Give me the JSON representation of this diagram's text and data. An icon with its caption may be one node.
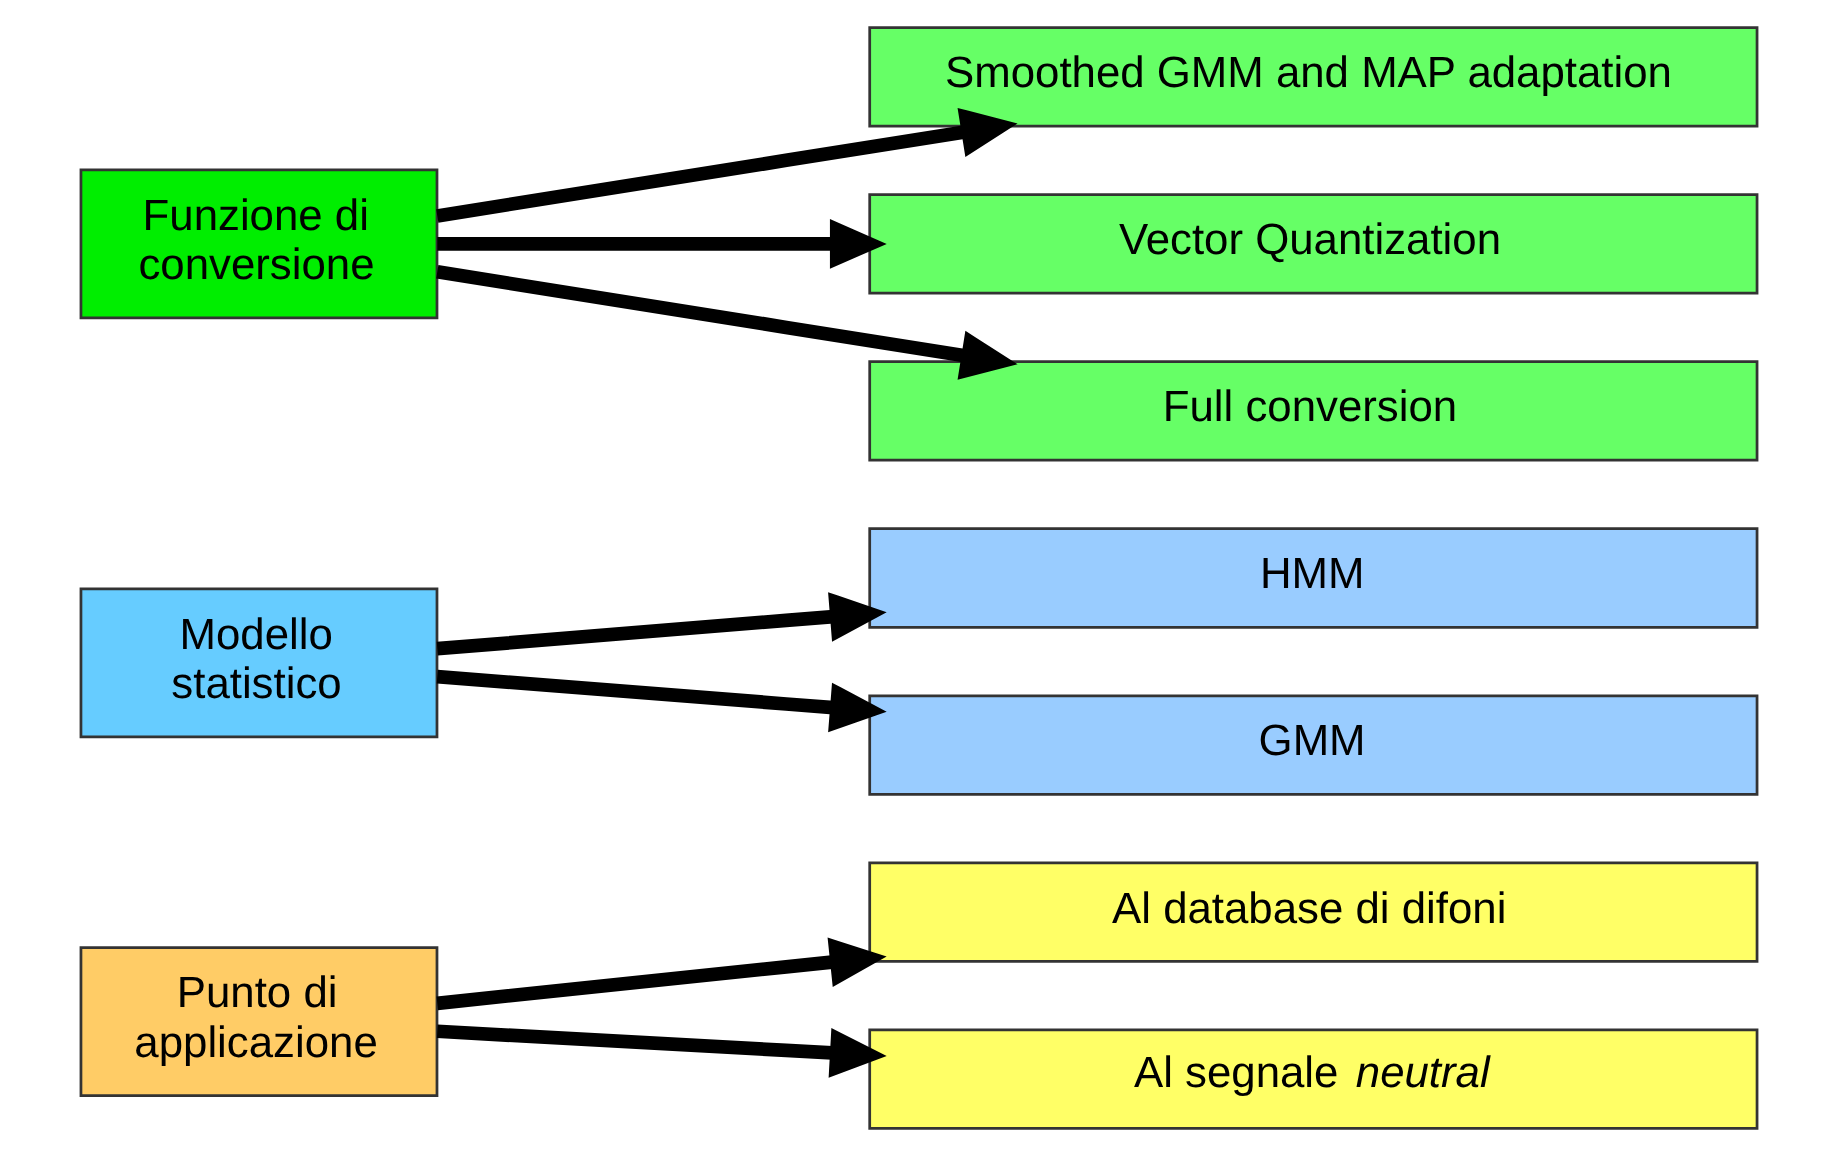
{
  "diagram": {
    "nodes": [
      {
        "text": [
          "Funzione di conversione"
        ]
      },
      {
        "text": [
          "Full conversion"
        ]
      },
      {
        "text": [
          "Vector Quantization"
        ]
      },
      {
        "text": [
          "Smoothed GMM and MAP adaptation"
        ]
      },
      {
        "text": [
          "Modello statistico"
        ]
      },
      {
        "text": [
          "GMM"
        ]
      },
      {
        "text": [
          "HMM"
        ]
      },
      {
        "text": [
          "Punto di applicazione"
        ]
      },
      {
        "text": [
          "Al segnale *neutral*"
        ]
      },
      {
        "text": [
          "Al database di difoni"
        ]
      }
    ],
    "edges": [
      {
        "from": 0,
        "to": 1,
        "arrow": "to"
      },
      {
        "from": 0,
        "to": 2,
        "arrow": "to"
      },
      {
        "from": 0,
        "to": 3,
        "arrow": "to"
      },
      {
        "from": 4,
        "to": 5,
        "arrow": "to"
      },
      {
        "from": 4,
        "to": 6,
        "arrow": "to"
      },
      {
        "from": 7,
        "to": 8,
        "arrow": "to"
      },
      {
        "from": 7,
        "to": 9,
        "arrow": "to"
      }
    ]
  }
}
